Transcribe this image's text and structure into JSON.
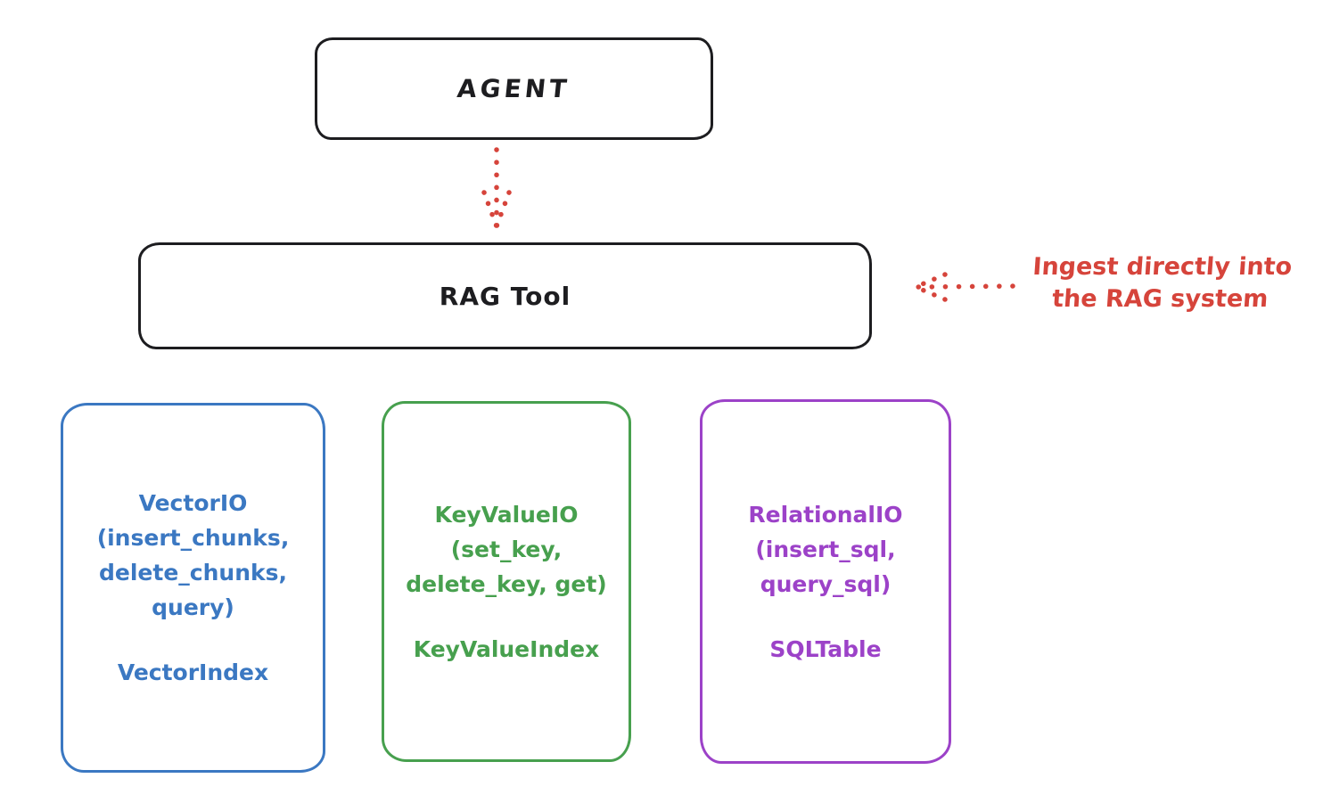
{
  "nodes": {
    "agent": {
      "label": "AGENT",
      "color": "#1d1d20"
    },
    "rag_tool": {
      "label": "RAG Tool",
      "color": "#1d1d20"
    },
    "vector_io": {
      "lines": [
        "VectorIO",
        "(insert_chunks,",
        "delete_chunks,",
        "query)"
      ],
      "footer": "VectorIndex",
      "color": "#3b78c2"
    },
    "key_value_io": {
      "lines": [
        "KeyValueIO",
        "(set_key,",
        "delete_key, get)"
      ],
      "footer": "KeyValueIndex",
      "color": "#47a04e"
    },
    "relational_io": {
      "lines": [
        "RelationalIO",
        "(insert_sql,",
        "query_sql)"
      ],
      "footer": "SQLTable",
      "color": "#9c42c8"
    }
  },
  "annotation": {
    "lines": [
      "Ingest directly into",
      "the RAG system"
    ],
    "color": "#d6443b"
  },
  "arrows": {
    "agent_to_rag_tool": {
      "style": "dotted",
      "color": "#d6443b",
      "direction": "down"
    },
    "ingest_into_rag": {
      "style": "dotted",
      "color": "#d6443b",
      "direction": "left"
    }
  }
}
